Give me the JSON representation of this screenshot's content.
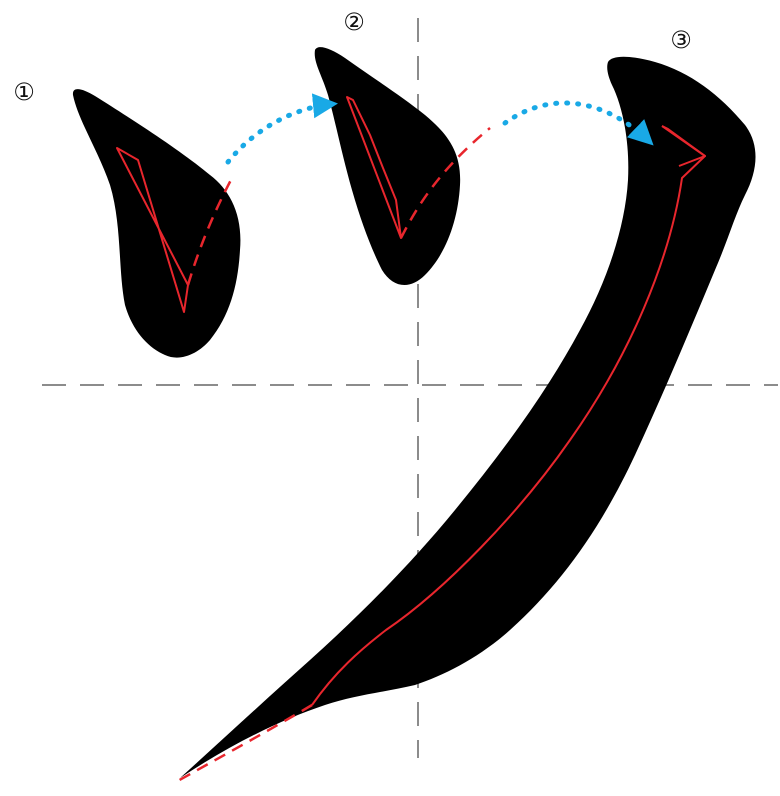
{
  "colors": {
    "stroke_fill": "#000000",
    "stroke_path": "#e8262d",
    "transition_arrow": "#19a9e6",
    "guide_line": "#8c8c8c",
    "background": "#ffffff"
  },
  "steps": [
    {
      "label": "①"
    },
    {
      "label": "②"
    },
    {
      "label": "③"
    }
  ]
}
